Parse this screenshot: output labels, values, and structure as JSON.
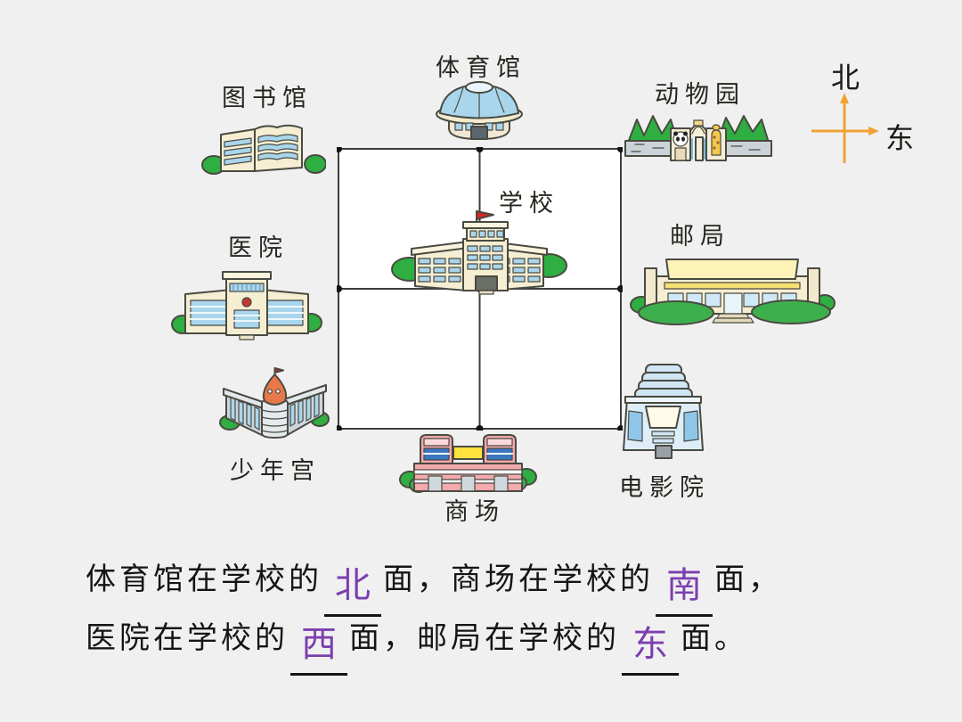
{
  "map": {
    "buildings": {
      "library": {
        "label": "图书馆"
      },
      "gym": {
        "label": "体育馆"
      },
      "zoo": {
        "label": "动物园"
      },
      "hospital": {
        "label": "医院"
      },
      "school": {
        "label": "学校"
      },
      "post_office": {
        "label": "邮局"
      },
      "youth_palace": {
        "label": "少年宫"
      },
      "mall": {
        "label": "商场"
      },
      "cinema": {
        "label": "电影院"
      }
    },
    "compass": {
      "north_label": "北",
      "east_label": "东",
      "arrow_color": "#f0a232"
    }
  },
  "question": {
    "answer_color": "#7b3fae",
    "line1": {
      "seg1": "体育馆在学校的",
      "ans1": "北",
      "seg2": "面，商场在学校的",
      "ans2": "南",
      "seg3": "面，"
    },
    "line2": {
      "seg1": "医院在学校的",
      "ans1": "西",
      "seg2": "面，邮局在学校的",
      "ans2": "东",
      "seg3": "面。"
    }
  }
}
